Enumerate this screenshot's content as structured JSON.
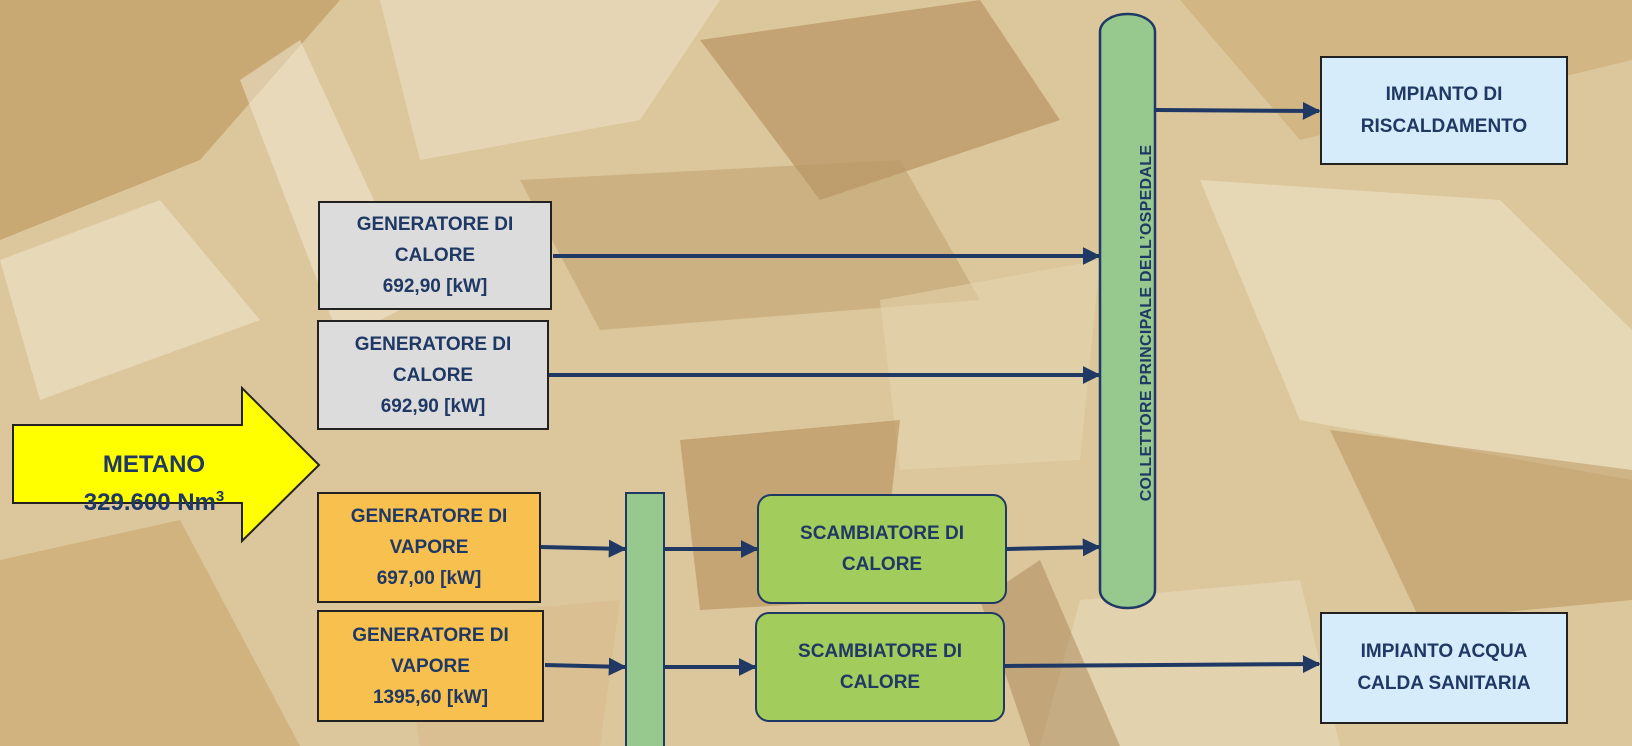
{
  "methane": {
    "name": "METANO",
    "quantity": "329.600 Nm",
    "unit_sup": "3"
  },
  "generators": [
    {
      "line1": "GENERATORE DI",
      "line2": "CALORE",
      "power": "692,90 [kW]"
    },
    {
      "line1": "GENERATORE DI",
      "line2": "CALORE",
      "power": "692,90 [kW]"
    },
    {
      "line1": "GENERATORE DI",
      "line2": "VAPORE",
      "power": "697,00 [kW]"
    },
    {
      "line1": "GENERATORE DI",
      "line2": "VAPORE",
      "power": "1395,60 [kW]"
    }
  ],
  "exchangers": [
    {
      "line1": "SCAMBIATORE DI",
      "line2": "CALORE"
    },
    {
      "line1": "SCAMBIATORE DI",
      "line2": "CALORE"
    }
  ],
  "collector": {
    "label": "COLLETTORE PRINCIPALE DELL’OSPEDALE"
  },
  "outputs": {
    "heating": {
      "line1": "IMPIANTO DI",
      "line2": "RISCALDAMENTO"
    },
    "hot_water": {
      "line1": "IMPIANTO ACQUA",
      "line2": "CALDA SANITARIA"
    }
  },
  "colors": {
    "arrow": "#1f3864",
    "collector_fill": "#97c98f",
    "methane_arrow": "#ffff00",
    "text": "#1f3864"
  }
}
